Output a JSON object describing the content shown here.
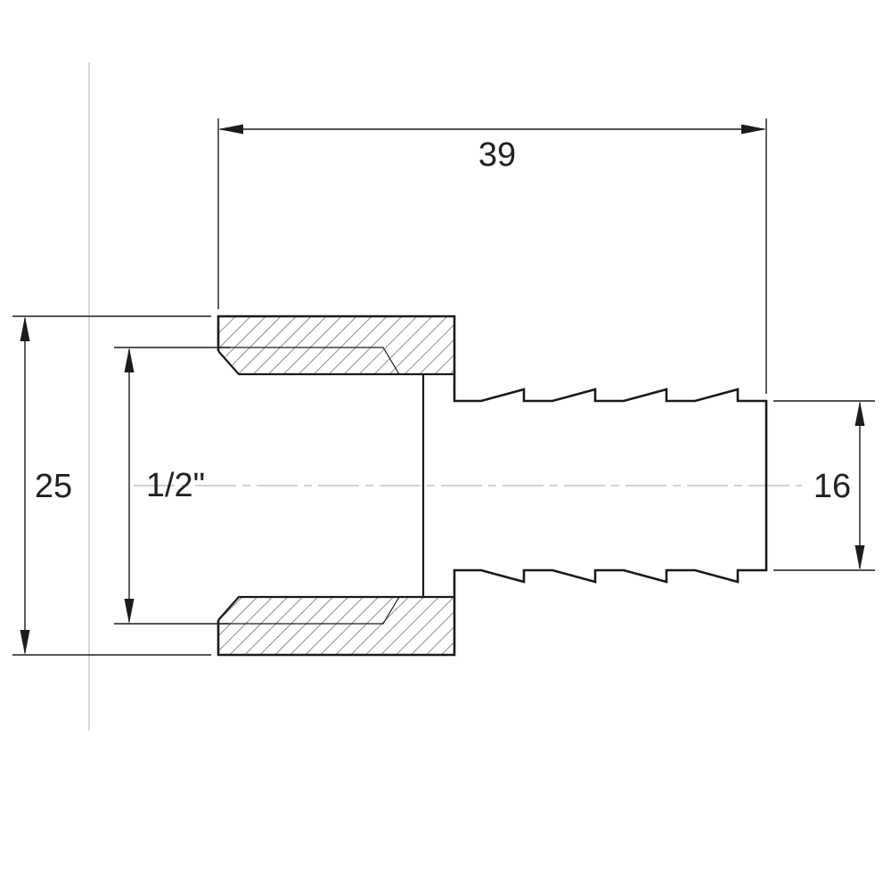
{
  "drawing": {
    "type": "technical-drawing",
    "subject": "hose barb fitting with female threaded socket, sectional side view"
  },
  "dimensions": {
    "overall_length": {
      "label": "39"
    },
    "body_diameter": {
      "label": "25"
    },
    "thread_size": {
      "label": "1/2\""
    },
    "barb_diameter": {
      "label": "16"
    }
  },
  "colors": {
    "line": "#1a1a1a",
    "text": "#222222",
    "hatch": "#8f8f8f",
    "construction": "#cccccc",
    "background": "#ffffff"
  }
}
